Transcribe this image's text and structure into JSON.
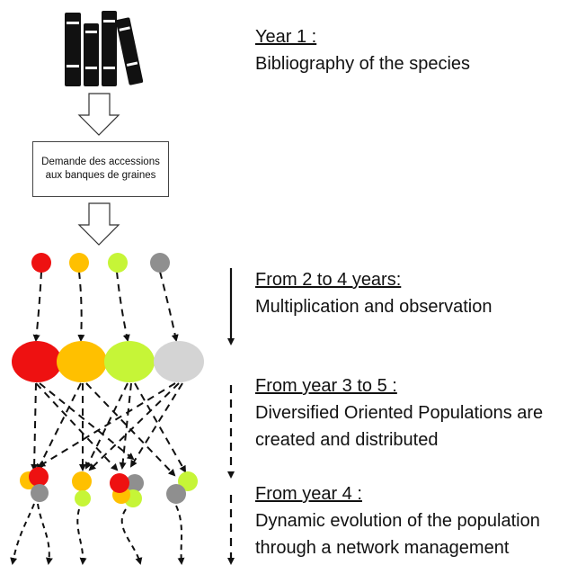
{
  "stages": [
    {
      "heading": "Year 1 :",
      "text": "Bibliography of the species"
    },
    {
      "heading": "From 2 to 4 years:",
      "text": "Multiplication and observation"
    },
    {
      "heading": "From year 3 to 5 :",
      "text": "Diversified Oriented Populations are created and distributed"
    },
    {
      "heading": "From year 4 :",
      "text": "Dynamic evolution of the population through a network management"
    }
  ],
  "request_box": "Demande des accessions aux banques de graines",
  "icons": [
    "books-icon"
  ],
  "colors": {
    "red": "#ee1111",
    "orange": "#ffc000",
    "green": "#c6f537",
    "grey": "#8f8f8f",
    "light_grey": "#d4d4d4"
  }
}
